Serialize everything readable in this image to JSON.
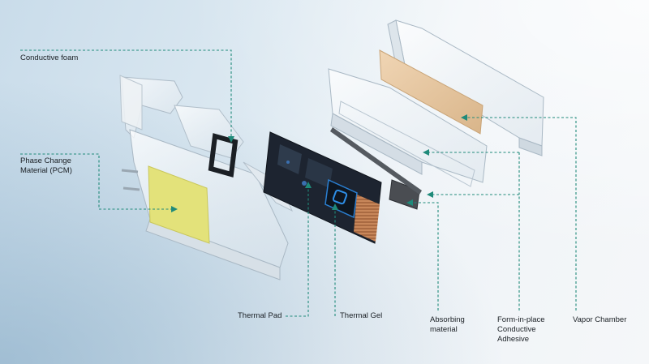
{
  "labels": {
    "conductive_foam": "Conductive foam",
    "pcm": "Phase Change\nMaterial (PCM)",
    "thermal_pad": "Thermal Pad",
    "thermal_gel": "Thermal Gel",
    "absorbing_material": "Absorbing\nmaterial",
    "fip_adhesive": "Form-in-place\nConductive\nAdhesive",
    "vapor_chamber": "Vapor Chamber"
  },
  "colors": {
    "leader_line": "#1f8a7a",
    "pcm_pad": "#e3e27a",
    "vapor_chamber_plate": "#e8c9a0",
    "pcb": "#1d2430",
    "thermal_pad_copper": "#c8875a"
  }
}
